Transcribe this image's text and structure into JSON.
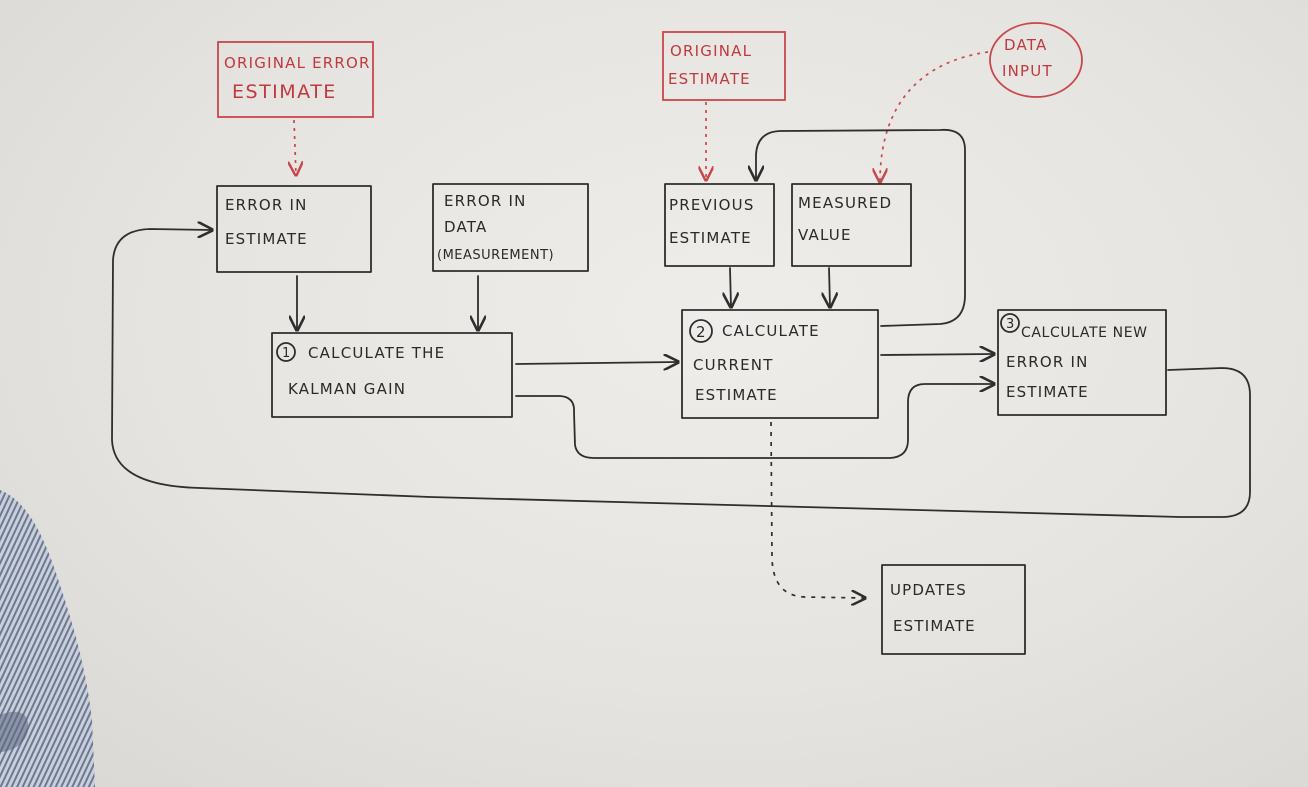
{
  "red_boxes": {
    "original_error_estimate": [
      "ORIGINAL ERROR",
      "ESTIMATE"
    ],
    "original_estimate": [
      "ORIGINAL",
      "ESTIMATE"
    ],
    "data_input": [
      "DATA",
      "INPUT"
    ]
  },
  "boxes": {
    "error_in_estimate": [
      "ERROR IN",
      "ESTIMATE"
    ],
    "error_in_data": [
      "ERROR IN",
      "DATA"
    ],
    "error_in_data_paren": "(MEASUREMENT)",
    "previous_estimate": [
      "PREVIOUS",
      "ESTIMATE"
    ],
    "measured_value": [
      "MEASURED",
      "VALUE"
    ],
    "kalman_gain": [
      "CALCULATE THE",
      "KALMAN GAIN"
    ],
    "current_estimate": [
      "CALCULATE",
      "CURRENT",
      "ESTIMATE"
    ],
    "new_error": [
      "CALCULATE NEW",
      "ERROR IN",
      "ESTIMATE"
    ],
    "updates_estimate": [
      "UPDATES",
      "ESTIMATE"
    ]
  },
  "step_numbers": {
    "step1": "1",
    "step2": "2",
    "step3": "3"
  },
  "colors": {
    "ink": "#2e2e2e",
    "red": "#c9464b",
    "board": "#e7e5e1"
  }
}
